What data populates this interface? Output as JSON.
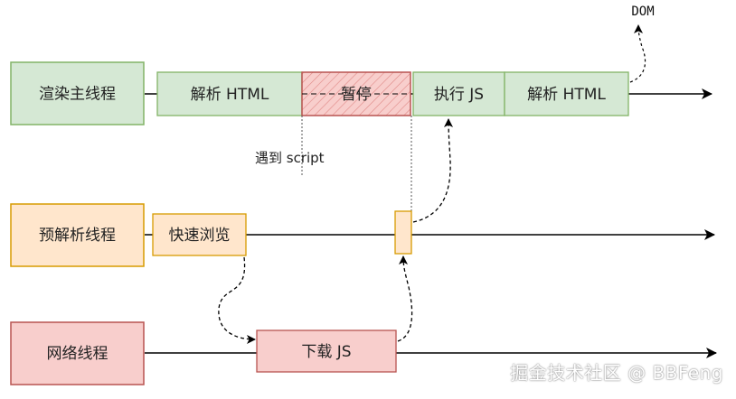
{
  "threads": {
    "render": "渲染主线程",
    "preparse": "预解析线程",
    "network": "网络线程"
  },
  "render_tasks": {
    "parse1": "解析 HTML",
    "pause": "暂停",
    "exec": "执行 JS",
    "parse2": "解析 HTML"
  },
  "annotations": {
    "script": "遇到 script",
    "dom": "DOM"
  },
  "preparse_tasks": {
    "scan": "快速浏览"
  },
  "network_tasks": {
    "download": "下载 JS"
  },
  "watermark": "掘金技术社区 @ BBFeng",
  "colors": {
    "green_fill": "#d5e8d4",
    "green_stroke": "#82b366",
    "orange_fill": "#ffe6cc",
    "orange_stroke": "#d79b00",
    "red_fill": "#f8cecc",
    "red_stroke": "#b85450"
  }
}
